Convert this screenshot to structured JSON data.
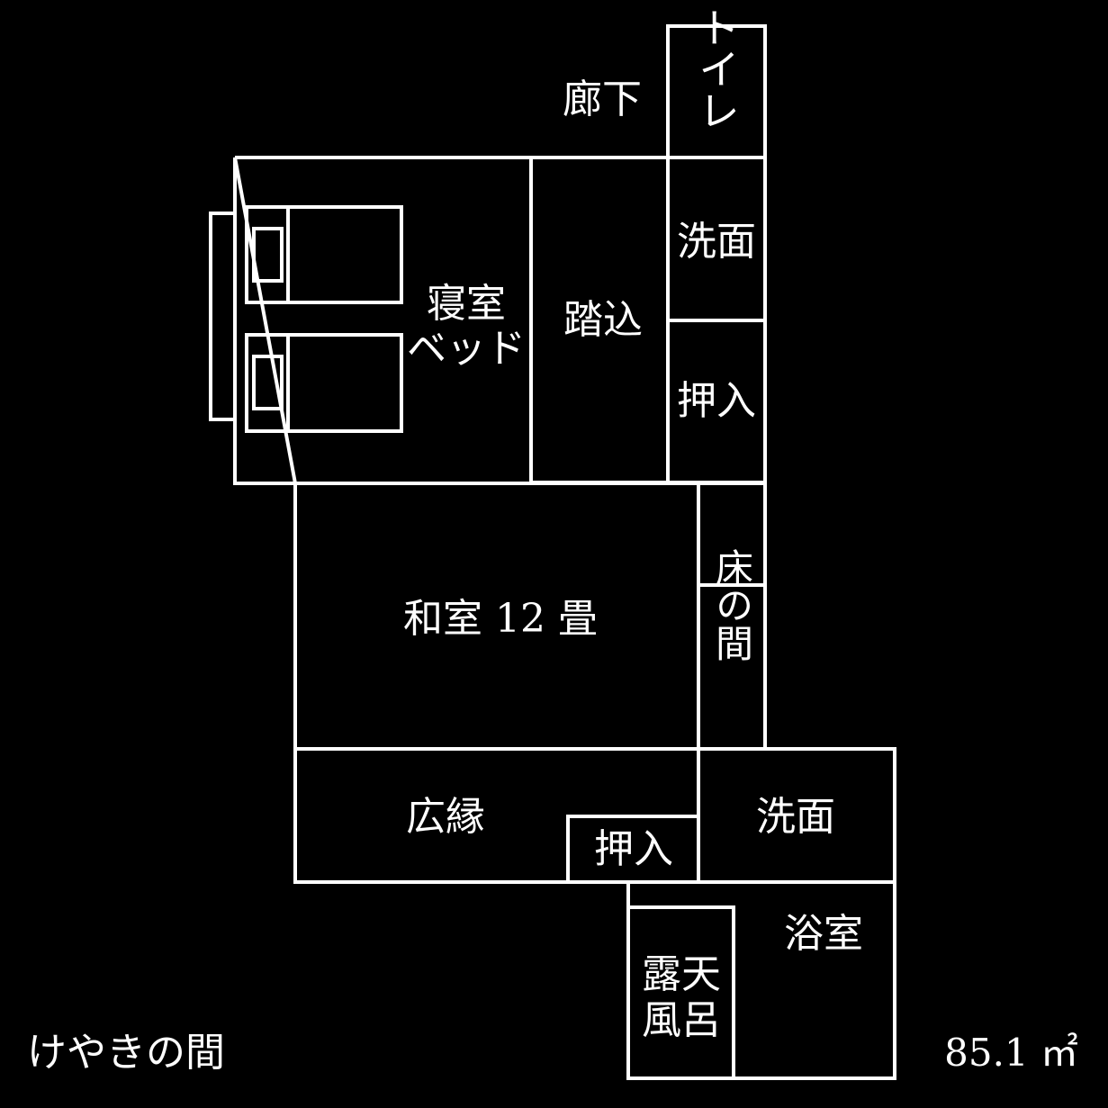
{
  "title": "けやきの間",
  "area": "85.1 ㎡",
  "rooms": {
    "corridor": "廊下",
    "toilet": "トイレ",
    "bedroom_line1": "寝室",
    "bedroom_line2": "ベッド",
    "entrance": "踏込",
    "washroom_top": "洗面",
    "closet_top": "押入",
    "tokonoma": "床の間",
    "washitsu": "和室 12 畳",
    "hiroen": "広縁",
    "closet_bottom": "押入",
    "washroom_bottom": "洗面",
    "bathroom": "浴室",
    "rotenburo_line1": "露天",
    "rotenburo_line2": "風呂"
  },
  "colors": {
    "background": "#000000",
    "lines": "#ffffff"
  }
}
